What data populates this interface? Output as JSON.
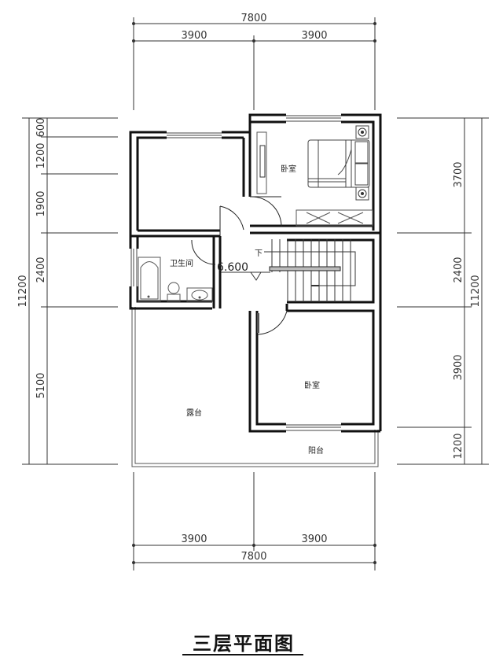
{
  "title": "三层平面图",
  "dimensions": {
    "top_total": "7800",
    "top_left": "3900",
    "top_right": "3900",
    "bottom_total": "7800",
    "bottom_left": "3900",
    "bottom_right": "3900",
    "left_total": "11200",
    "left_segments": [
      "600",
      "1200",
      "1900",
      "2400",
      "5100"
    ],
    "right_total": "11200",
    "right_segments": [
      "3700",
      "2400",
      "3900",
      "1200"
    ]
  },
  "rooms": {
    "bedroom_north": "卧室",
    "bathroom": "卫生间",
    "bedroom_south": "卧室",
    "terrace": "露台",
    "balcony": "阳台"
  },
  "stair": {
    "direction_label": "下"
  },
  "elevation": "6.600",
  "colors": {
    "wall": "#111111",
    "line": "#333333",
    "background": "#ffffff"
  }
}
